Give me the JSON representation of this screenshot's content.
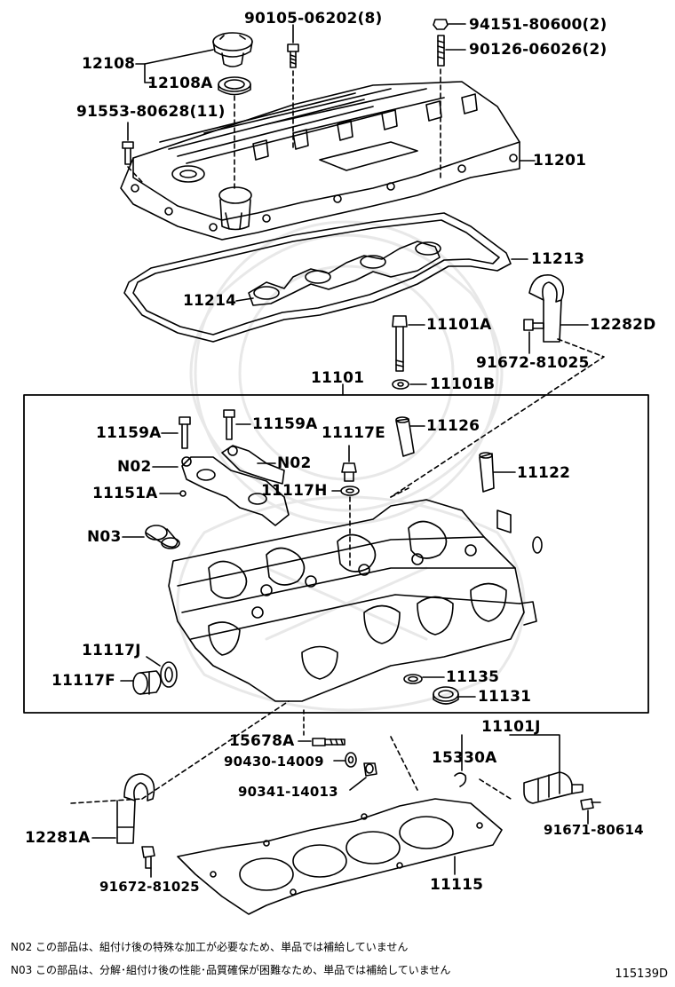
{
  "labels": {
    "p90105": "90105-06202(8)",
    "p94151": "94151-80600(2)",
    "p90126": "90126-06026(2)",
    "p12108": "12108",
    "p12108A": "12108A",
    "p91553": "91553-80628(11)",
    "p11201": "11201",
    "p11213": "11213",
    "p11214": "11214",
    "p11101A": "11101A",
    "p12282D": "12282D",
    "p91672": "91672-81025",
    "p11101": "11101",
    "p11101B": "11101B",
    "p11159A": "11159A",
    "p11126": "11126",
    "p11117E": "11117E",
    "N02": "N02",
    "p11122": "11122",
    "p11117H": "11117H",
    "p11151A": "11151A",
    "N03": "N03",
    "p11117J": "11117J",
    "p11135": "11135",
    "p11117F": "11117F",
    "p11131": "11131",
    "p11101J": "11101J",
    "p15678A": "15678A",
    "p15330A": "15330A",
    "p90430": "90430-14009",
    "p90341": "90341-14013",
    "p91671": "91671-80614",
    "p12281A": "12281A",
    "p11115": "11115"
  },
  "notes": {
    "n02": "N02 この部品は、組付け後の特殊な加工が必要なため、単品では補給していません",
    "n03": "N03 この部品は、分解･組付け後の性能･品質確保が困難なため、単品では補給していません"
  },
  "figure_id": "115139D"
}
